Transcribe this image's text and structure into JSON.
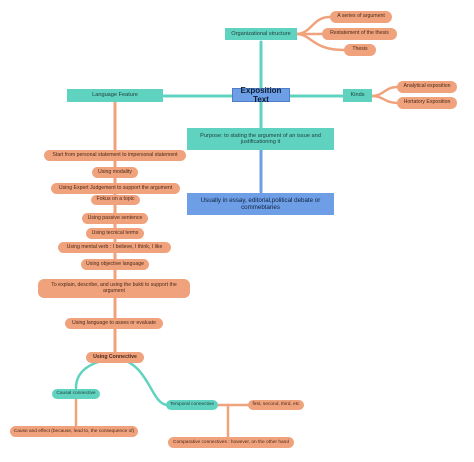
{
  "root": "Exposition Text",
  "organizational_structure": {
    "label": "Organizational structure",
    "items": [
      "A series of argument",
      "Restatement of the thesis",
      "Thesis"
    ]
  },
  "kinds": {
    "label": "Kinds",
    "items": [
      "Analytical exposition",
      "Hortatory Exposition"
    ]
  },
  "purpose": "Purpose: to stating the argument of an issue and justificationing it",
  "usage": "Usually in essay, editorial,political debate or commebtaries",
  "language_feature": {
    "label": "Language Feature",
    "items": [
      "Start from personal statement to impersonal statement",
      "Using modality",
      "Using Expert Judgement to support the argument",
      "Fokus on a topic",
      "Using passive sentence",
      "Using tecnical terms",
      "Using mental verb : I believe, I think, I like",
      "Using objective language",
      "To explain, describe, and using the bukti to support the argument",
      "Using language to asses or evaluate"
    ]
  },
  "connective": {
    "label": "Using Connective",
    "causal": {
      "label": "Causal connective",
      "items": [
        "Cause and effect (because, lead to, the consequence of)"
      ]
    },
    "temporal": {
      "label": "Temporal connective",
      "items": [
        "first, second, third, etc",
        "Comparative connectives : however, on the other hand"
      ]
    }
  },
  "colors": {
    "teal": "#5fd3bf",
    "blue": "#6d9ee6",
    "orange": "#f0a27c",
    "purple": "#9aa7e6"
  }
}
